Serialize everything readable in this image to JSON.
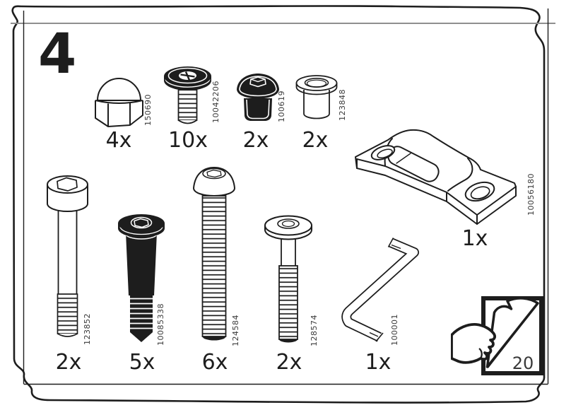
{
  "step": {
    "number": "4"
  },
  "footer": {
    "page_number": "20",
    "page_turn_icon": "hand-turning-page"
  },
  "parts": [
    {
      "name": "cap-nut",
      "part_number": "150690",
      "quantity": "4x"
    },
    {
      "name": "washer-head-screw",
      "part_number": "10042206",
      "quantity": "10x"
    },
    {
      "name": "black-round-head-screw",
      "part_number": "100619",
      "quantity": "2x"
    },
    {
      "name": "flanged-sleeve",
      "part_number": "123848",
      "quantity": "2x"
    },
    {
      "name": "latch-bracket",
      "part_number": "10056180",
      "quantity": "1x"
    },
    {
      "name": "shoulder-bolt",
      "part_number": "123852",
      "quantity": "2x"
    },
    {
      "name": "black-flat-head-bolt",
      "part_number": "10085338",
      "quantity": "5x"
    },
    {
      "name": "long-threaded-screw",
      "part_number": "124584",
      "quantity": "6x"
    },
    {
      "name": "washer-head-bolt",
      "part_number": "128574",
      "quantity": "2x"
    },
    {
      "name": "allen-key",
      "part_number": "100001",
      "quantity": "1x"
    }
  ],
  "colors": {
    "line": "#1d1d1d",
    "gray_rule": "#8f8f8f",
    "part_number_text": "#3a3a3a"
  }
}
